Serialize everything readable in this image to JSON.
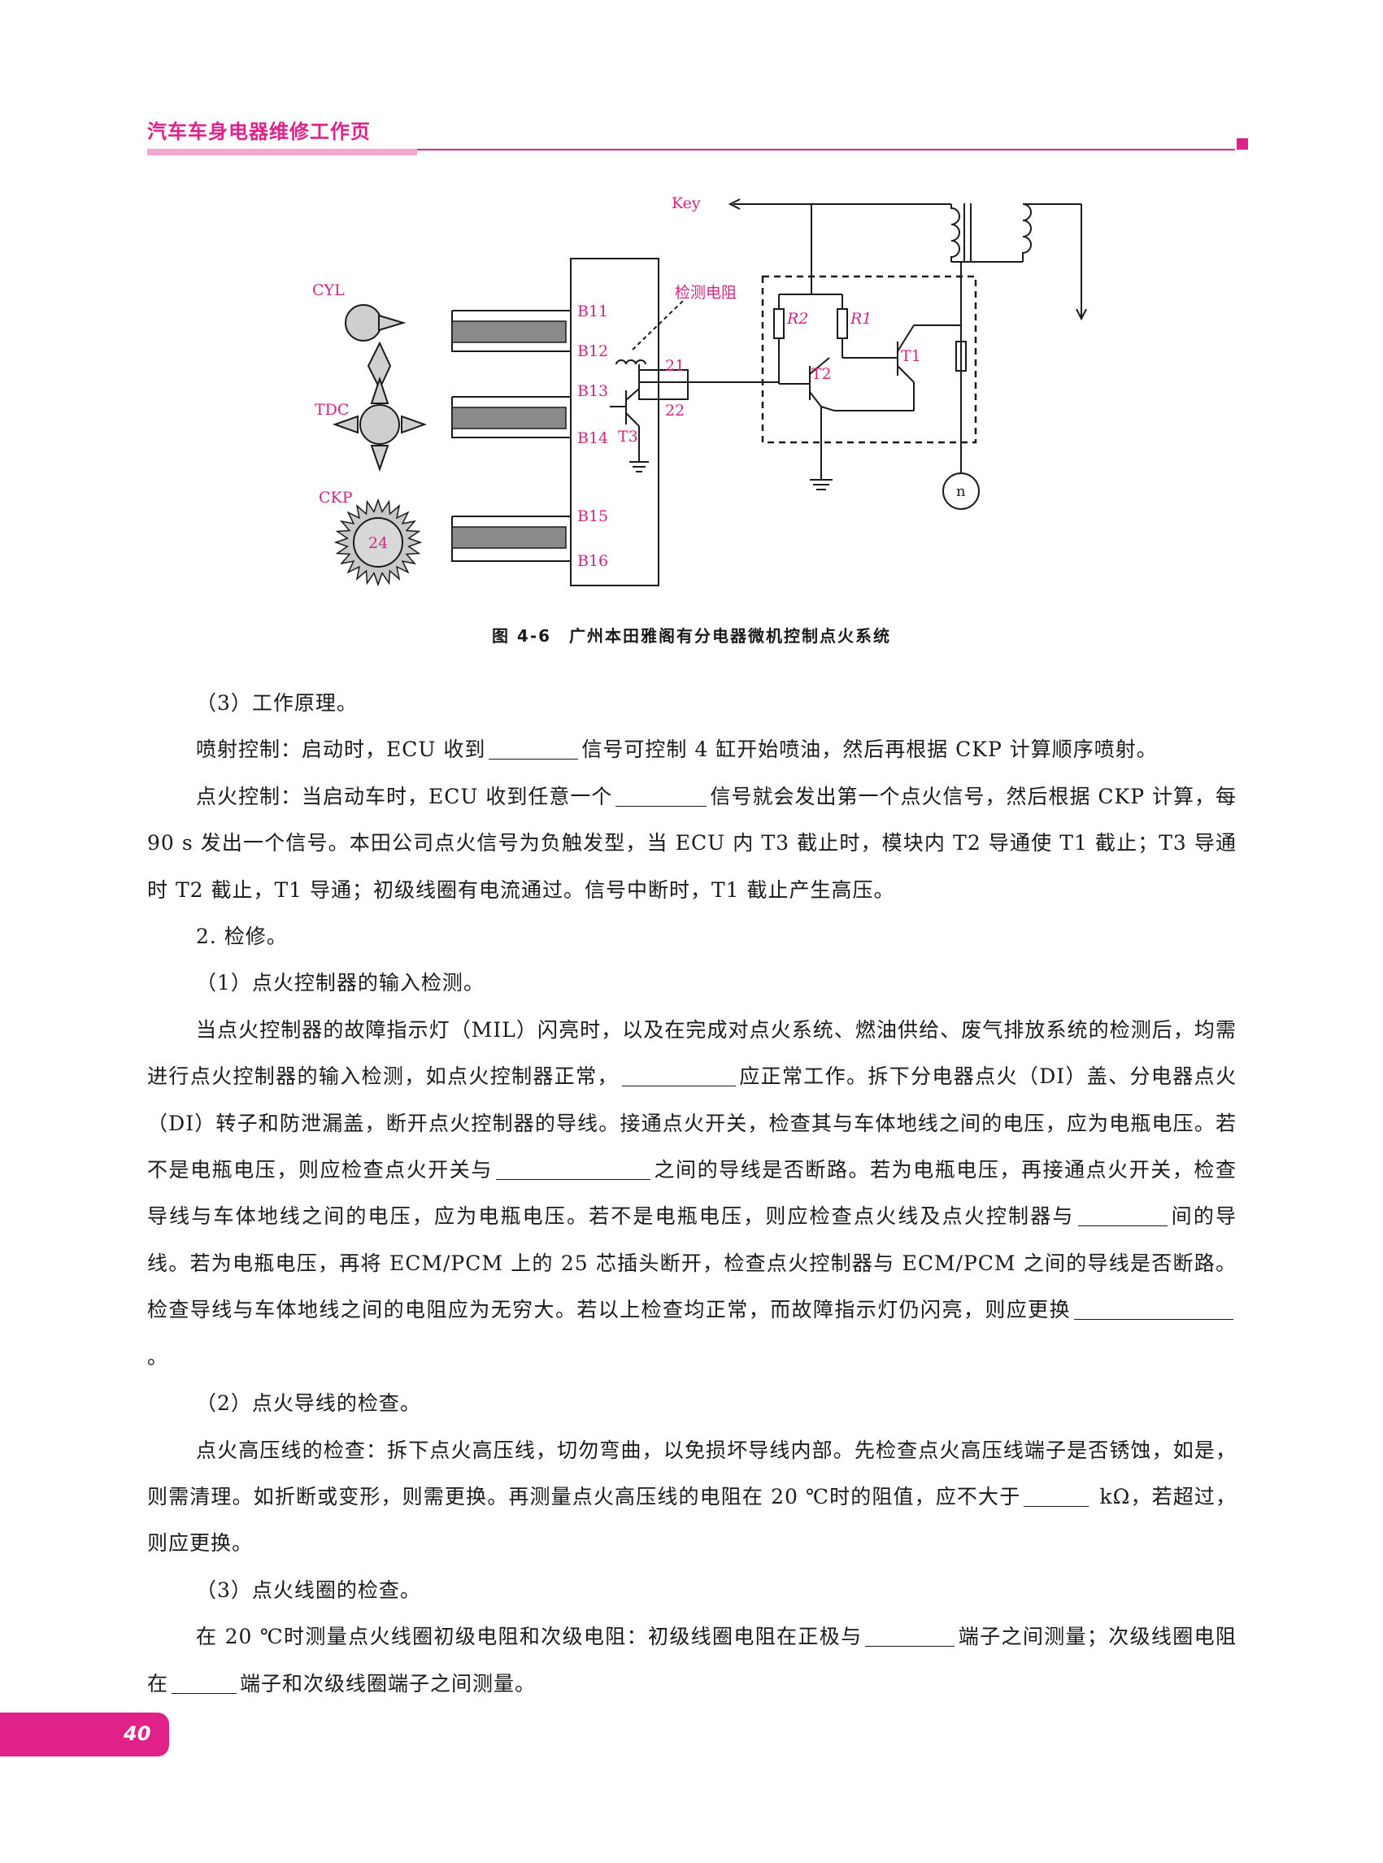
{
  "header": {
    "title": "汽车车身电器维修工作页"
  },
  "figure": {
    "caption": "图 4-6　广州本田雅阁有分电器微机控制点火系统",
    "labels": {
      "key": "Key",
      "cyl": "CYL",
      "tdc": "TDC",
      "ckp": "CKP",
      "ckp_teeth": "24",
      "b11": "B11",
      "b12": "B12",
      "b13": "B13",
      "b14": "B14",
      "b15": "B15",
      "b16": "B16",
      "t3": "T3",
      "pin21": "21",
      "pin22": "22",
      "sense_resistor": "检测电阻",
      "r2": "R2",
      "r1": "R1",
      "t1": "T1",
      "t2": "T2",
      "n": "n"
    },
    "colors": {
      "label": "#d1267f",
      "accent": "#e0218a",
      "line": "#1a1a1a"
    }
  },
  "body": {
    "p1": "（3）工作原理。",
    "p2a": "喷射控制：启动时，ECU 收到",
    "p2b": "信号可控制 4 缸开始喷油，然后再根据 CKP 计算顺序喷射。",
    "p3a": "点火控制：当启动车时，ECU 收到任意一个",
    "p3b": "信号就会发出第一个点火信号，然后根据 CKP 计算，每 90 s 发出一个信号。本田公司点火信号为负触发型，当 ECU 内 T3 截止时，模块内 T2 导通使 T1 截止；T3 导通时 T2 截止，T1 导通；初级线圈有电流通过。信号中断时，T1 截止产生高压。",
    "p4": "2. 检修。",
    "p5": "（1）点火控制器的输入检测。",
    "p6a": "当点火控制器的故障指示灯（MIL）闪亮时，以及在完成对点火系统、燃油供给、废气排放系统的检测后，均需进行点火控制器的输入检测，如点火控制器正常，",
    "p6b": "应正常工作。拆下分电器点火（DI）盖、分电器点火（DI）转子和防泄漏盖，断开点火控制器的导线。接通点火开关，检查其与车体地线之间的电压，应为电瓶电压。若不是电瓶电压，则应检查点火开关与",
    "p6c": "之间的导线是否断路。若为电瓶电压，再接通点火开关，检查导线与车体地线之间的电压，应为电瓶电压。若不是电瓶电压，则应检查点火线及点火控制器与",
    "p6d": "间的导线。若为电瓶电压，再将 ECM/PCM 上的 25 芯插头断开，检查点火控制器与 ECM/PCM 之间的导线是否断路。检查导线与车体地线之间的电阻应为无穷大。若以上检查均正常，而故障指示灯仍闪亮，则应更换",
    "p6e": "。",
    "p7": "（2）点火导线的检查。",
    "p8a": "点火高压线的检查：拆下点火高压线，切勿弯曲，以免损坏导线内部。先检查点火高压线端子是否锈蚀，如是，则需清理。如折断或变形，则需更换。再测量点火高压线的电阻在 20 ℃时的阻值，应不大于",
    "p8b": " kΩ，若超过，则应更换。",
    "p9": "（3）点火线圈的检查。",
    "p10a": "在 20 ℃时测量点火线圈初级电阻和次级电阻：初级线圈电阻在正极与",
    "p10b": "端子之间测量；次级线圈电阻在",
    "p10c": "端子和次级线圈端子之间测量。"
  },
  "footer": {
    "page_number": "40"
  }
}
